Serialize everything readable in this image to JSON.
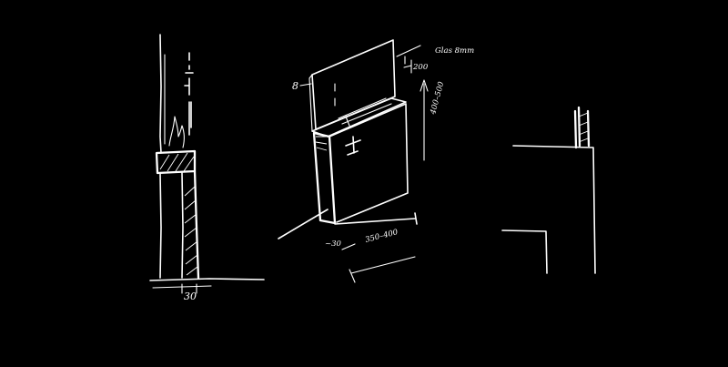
{
  "sketch": {
    "background": "#000000",
    "ink": "#ffffff",
    "section_view": {
      "labels": {
        "bottom_dimension": "30"
      }
    },
    "isometric_view": {
      "labels": {
        "glass": "Glas 8mm",
        "top_offset": "200",
        "glass_thickness": "8",
        "height": "400–500",
        "depth": "~30",
        "width": "350–400"
      }
    },
    "plan_view": {
      "labels": {}
    }
  }
}
